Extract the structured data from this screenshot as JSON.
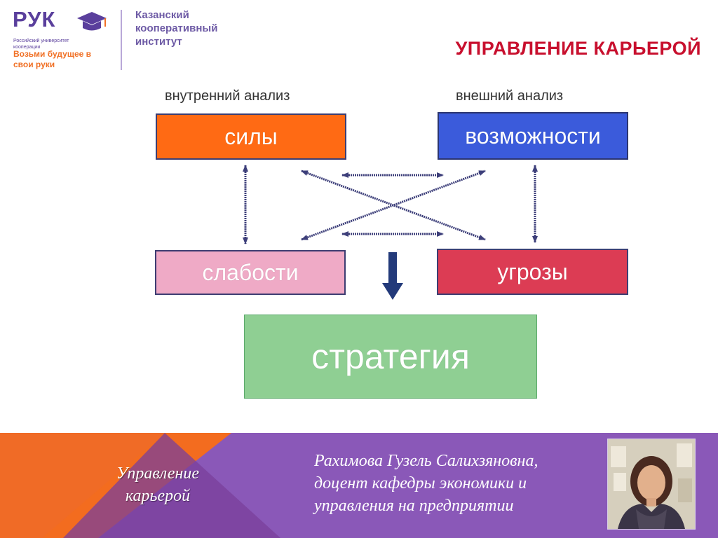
{
  "header": {
    "logo_abbr": "РУК",
    "logo_university": "Российский университет кооперации",
    "logo_slogan": "Возьми будущее в свои руки",
    "institute": "Казанский кооперативный институт",
    "title": "УПРАВЛЕНИЕ КАРЬЕРОЙ"
  },
  "diagram": {
    "internal_label": "внутренний анализ",
    "external_label": "внешний анализ",
    "strengths": "силы",
    "opportunities": "возможности",
    "weaknesses": "слабости",
    "threats": "угрозы",
    "strategy": "стратегия"
  },
  "colors": {
    "strengths": "#ff6a14",
    "opportunities": "#3b5bdb",
    "weaknesses": "#efaac6",
    "threats": "#dc3c54",
    "strategy": "#8fcf93",
    "arrows": "#3d3f7a",
    "footer": "#8a58b8",
    "footer_accent": "#f36c1f",
    "title": "#c8102e"
  },
  "footer": {
    "course": "Управление карьерой",
    "author_lines": [
      "Рахимова Гузель Салихзяновна,",
      "доцент кафедры экономики и",
      "управления на предприятии"
    ]
  }
}
